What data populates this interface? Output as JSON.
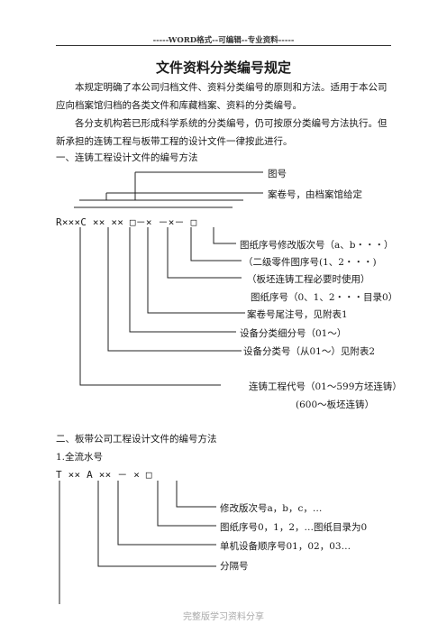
{
  "header": {
    "text": "-----WORD格式--可编辑--专业资料-----"
  },
  "title": "文件资料分类编号规定",
  "intro": {
    "p1": "本规定明确了本公司归档文件、资料分类编号的原则和方法。适用于本公司应向档案馆归档的各类文件和库藏档案、资料的分类编号。",
    "p2": "各分支机构若已形成科学系统的分类编号，仍可按原分类编号方法执行。但新承担的连铸工程与板带工程的设计文件一律按此进行。"
  },
  "section1": {
    "heading": "一、连铸工程设计文件的编号方法",
    "code": "R×××C ×× ×× □－× －×－ □",
    "labels": {
      "tuhao": "图号",
      "anjuan": "案卷号，由档案馆给定",
      "revision": "图纸序号修改版次号（a、b・・・）",
      "part_seq": "（二级零件图序号(1、2・・・)",
      "part_note": "（板坯连铸工程必要时使用）",
      "drawing_seq": "图纸序号（0、1、2・・・目录0）",
      "tail": "案卷号尾注号，见附表1",
      "subcat": "设备分类细分号（01～）",
      "cat": "设备分类号（从01～）见附表2",
      "project": "连铸工程代号（01～599方坯连铸）",
      "project2": "(600～板坯连铸）"
    }
  },
  "section2": {
    "heading": "二、板带公司工程设计文件的编号方法",
    "sub1": "1.全流水号",
    "code": "T ×× A ×× － × □",
    "labels": {
      "revision": "修改版次号a，b，c，…",
      "drawing": "图纸序号0，1，2，…图纸目录为0",
      "unit": "单机设备顺序号01，02，03…",
      "sep": "分隔号"
    }
  },
  "footer": {
    "text": "完整版学习资料分享"
  }
}
